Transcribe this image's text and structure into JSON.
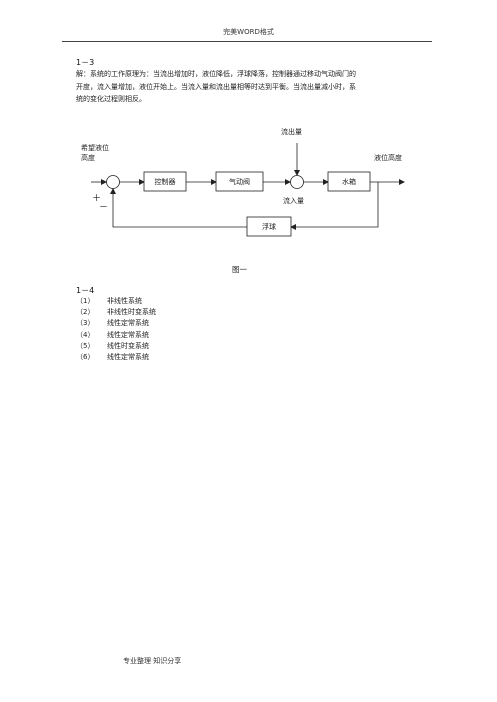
{
  "header": {
    "title": "完美WORD格式"
  },
  "section_1_3": {
    "number": "1－3",
    "paragraph_lines": [
      "解：系统的工作原理为：当流出增加时，液位降低，浮球降落，控制器通过移动气动阀门的",
      "开度，流入量增加，液位开始上。当流入量和流出量相等时达到平衡。当流出量减小时，系",
      "统的变化过程则相反。"
    ]
  },
  "diagram": {
    "labels": {
      "input_line1": "希望液位",
      "input_line2": "高度",
      "outflow": "流出量",
      "output": "液位高度",
      "inflow": "流入量",
      "plus": "＋",
      "minus": "－"
    },
    "blocks": {
      "controller": "控制器",
      "valve": "气动阀",
      "tank": "水箱",
      "float": "浮球"
    },
    "caption": "图一"
  },
  "section_1_4": {
    "number": "1－4",
    "items": [
      {
        "num": "（1）",
        "text": "非线性系统"
      },
      {
        "num": "（2）",
        "text": "非线性时变系统"
      },
      {
        "num": "（3）",
        "text": "线性定常系统"
      },
      {
        "num": "（4）",
        "text": "线性定常系统"
      },
      {
        "num": "（5）",
        "text": "线性时变系统"
      },
      {
        "num": "（6）",
        "text": "线性定常系统"
      }
    ]
  },
  "footer": {
    "text": "专业整理 知识分享"
  }
}
